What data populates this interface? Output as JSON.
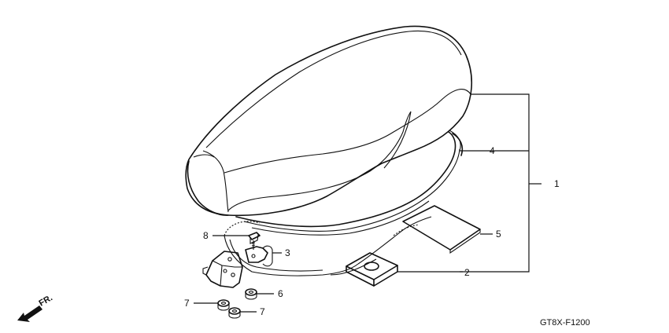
{
  "callouts": {
    "c1": "1",
    "c2": "2",
    "c3": "3",
    "c4": "4",
    "c5": "5",
    "c6": "6",
    "c7a": "7",
    "c7b": "7",
    "c8": "8"
  },
  "direction_label": "FR.",
  "diagram_code": "GT8X-F1200"
}
